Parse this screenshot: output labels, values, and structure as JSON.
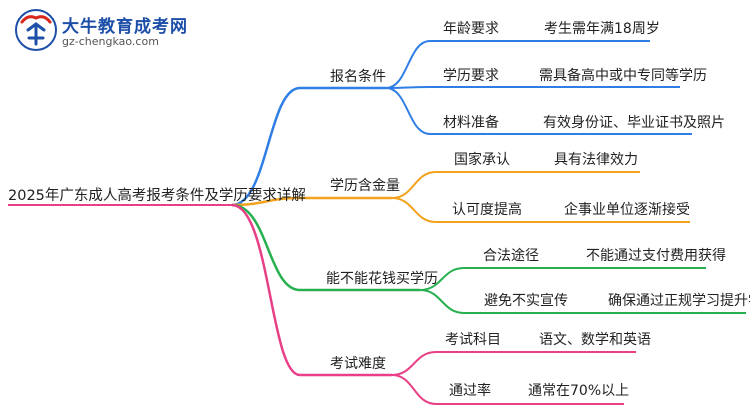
{
  "logo": {
    "title": "大牛教育成考网",
    "url": "gz-chengkao.com"
  },
  "root": "2025年广东成人高考报考条件及学历要求详解",
  "colors": {
    "blue": "#2f7ee6",
    "orange": "#f2a21c",
    "green": "#27b04f",
    "pink": "#e83f86"
  },
  "branches": [
    {
      "label": "报名条件",
      "items": [
        {
          "label": "年龄要求",
          "value": "考生需年满18周岁"
        },
        {
          "label": "学历要求",
          "value": "需具备高中或中专同等学历"
        },
        {
          "label": "材料准备",
          "value": "有效身份证、毕业证书及照片"
        }
      ]
    },
    {
      "label": "学历含金量",
      "items": [
        {
          "label": "国家承认",
          "value": "具有法律效力"
        },
        {
          "label": "认可度提高",
          "value": "企事业单位逐渐接受"
        }
      ]
    },
    {
      "label": "能不能花钱买学历",
      "items": [
        {
          "label": "合法途径",
          "value": "不能通过支付费用获得"
        },
        {
          "label": "避免不实宣传",
          "value": "确保通过正规学习提升学历"
        }
      ]
    },
    {
      "label": "考试难度",
      "items": [
        {
          "label": "考试科目",
          "value": "语文、数学和英语"
        },
        {
          "label": "通过率",
          "value": "通常在70%以上"
        }
      ]
    }
  ]
}
